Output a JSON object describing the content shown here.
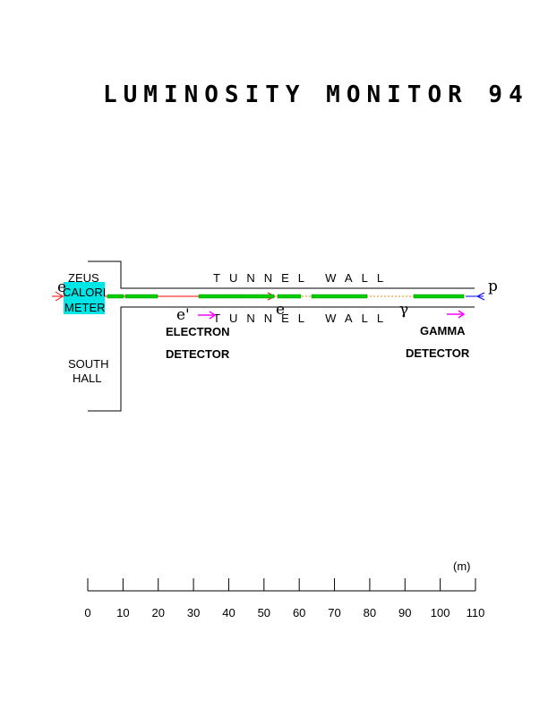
{
  "title": "LUMINOSITY MONITOR 94",
  "walls": {
    "upper": "TUNNEL WALL",
    "lower": "TUNNEL WALL"
  },
  "calorimeter": {
    "line1": "ZEUS",
    "line2": "CALORI",
    "line3": "METER",
    "color": "#00e5e5"
  },
  "hall": {
    "line1": "SOUTH",
    "line2": "HALL"
  },
  "particles": {
    "e_beam": "e",
    "p_beam": "p",
    "e_prime": "e'",
    "e_mid": "e",
    "gamma": "γ"
  },
  "detectors": {
    "electron": {
      "line1": "ELECTRON",
      "line2": "DETECTOR"
    },
    "gamma": {
      "line1": "GAMMA",
      "line2": "DETECTOR"
    }
  },
  "colors": {
    "electron_beam": "#ff0000",
    "proton_beam": "#0000ff",
    "magnets": "#00cc00",
    "photon_path": "#ff8800",
    "detector_arrow": "#ff00ff"
  },
  "scale": {
    "unit": "(m)",
    "ticks": [
      "0",
      "10",
      "20",
      "30",
      "40",
      "50",
      "60",
      "70",
      "80",
      "90",
      "100",
      "110"
    ]
  }
}
